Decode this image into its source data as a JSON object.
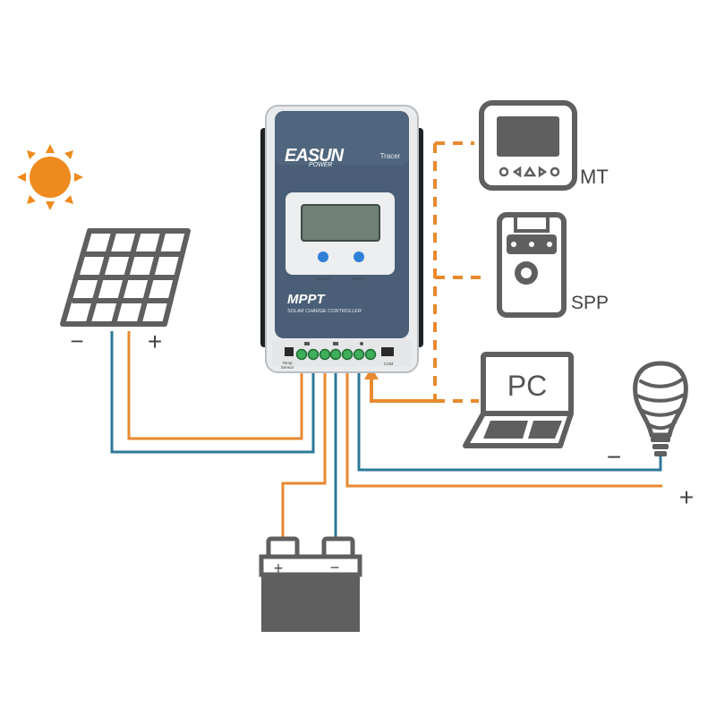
{
  "controller": {
    "brand_line1": "EASUN",
    "brand_line2": "POWER",
    "model": "Tracer",
    "type": "MPPT",
    "subtitle": "SOLAR CHARGE CONTROLLER",
    "select_label": "SELECT",
    "enter_label": "ENTER",
    "temp_label_1": "Temp",
    "temp_label_2": "Sensor",
    "com_label": "COM"
  },
  "devices": {
    "mt": "MT",
    "spp": "SPP",
    "pc_screen": "PC"
  },
  "polarity": {
    "minus": "−",
    "plus": "+"
  },
  "colors": {
    "positive_wire": "#E8892F",
    "negative_wire": "#2E7899",
    "icon_gray": "#5F5F5F",
    "sun": "#EE8A1E",
    "controller_face": "#4A5F77"
  }
}
